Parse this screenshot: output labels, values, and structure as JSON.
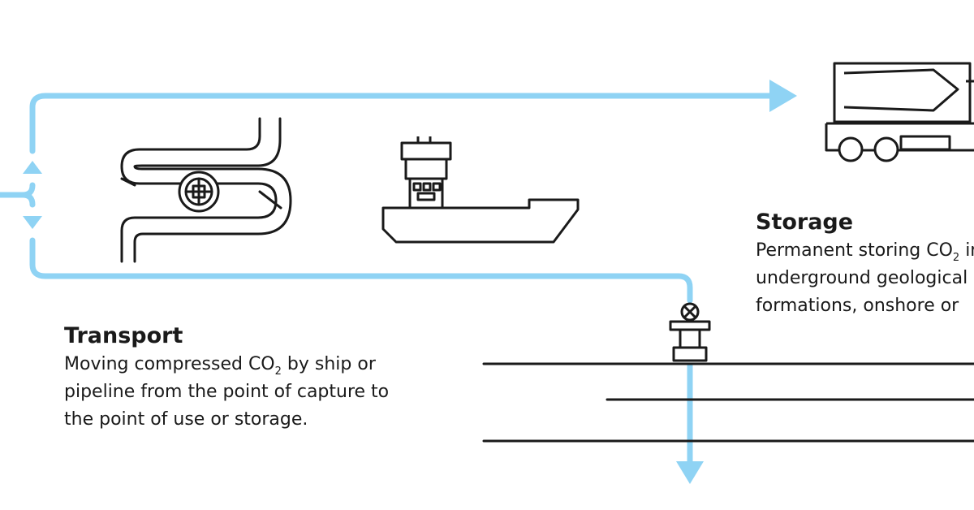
{
  "colors": {
    "flow": "#8fd3f4",
    "ink": "#1a1a1a",
    "background": "#ffffff"
  },
  "icons": [
    "pipeline-icon",
    "ship-icon",
    "concrete-mixer-truck-icon",
    "wellhead-icon"
  ],
  "transport": {
    "heading": "Transport",
    "line1_pre": "Moving compressed CO",
    "line1_sub": "2",
    "line1_post": " by ship or",
    "line2": "pipeline from the point of capture to",
    "line3": "the point of use or storage."
  },
  "storage": {
    "heading": "Storage",
    "line1_pre": "Permanent storing CO",
    "line1_sub": "2",
    "line1_post": " in",
    "line2": "underground geological",
    "line3": "formations, onshore or"
  }
}
